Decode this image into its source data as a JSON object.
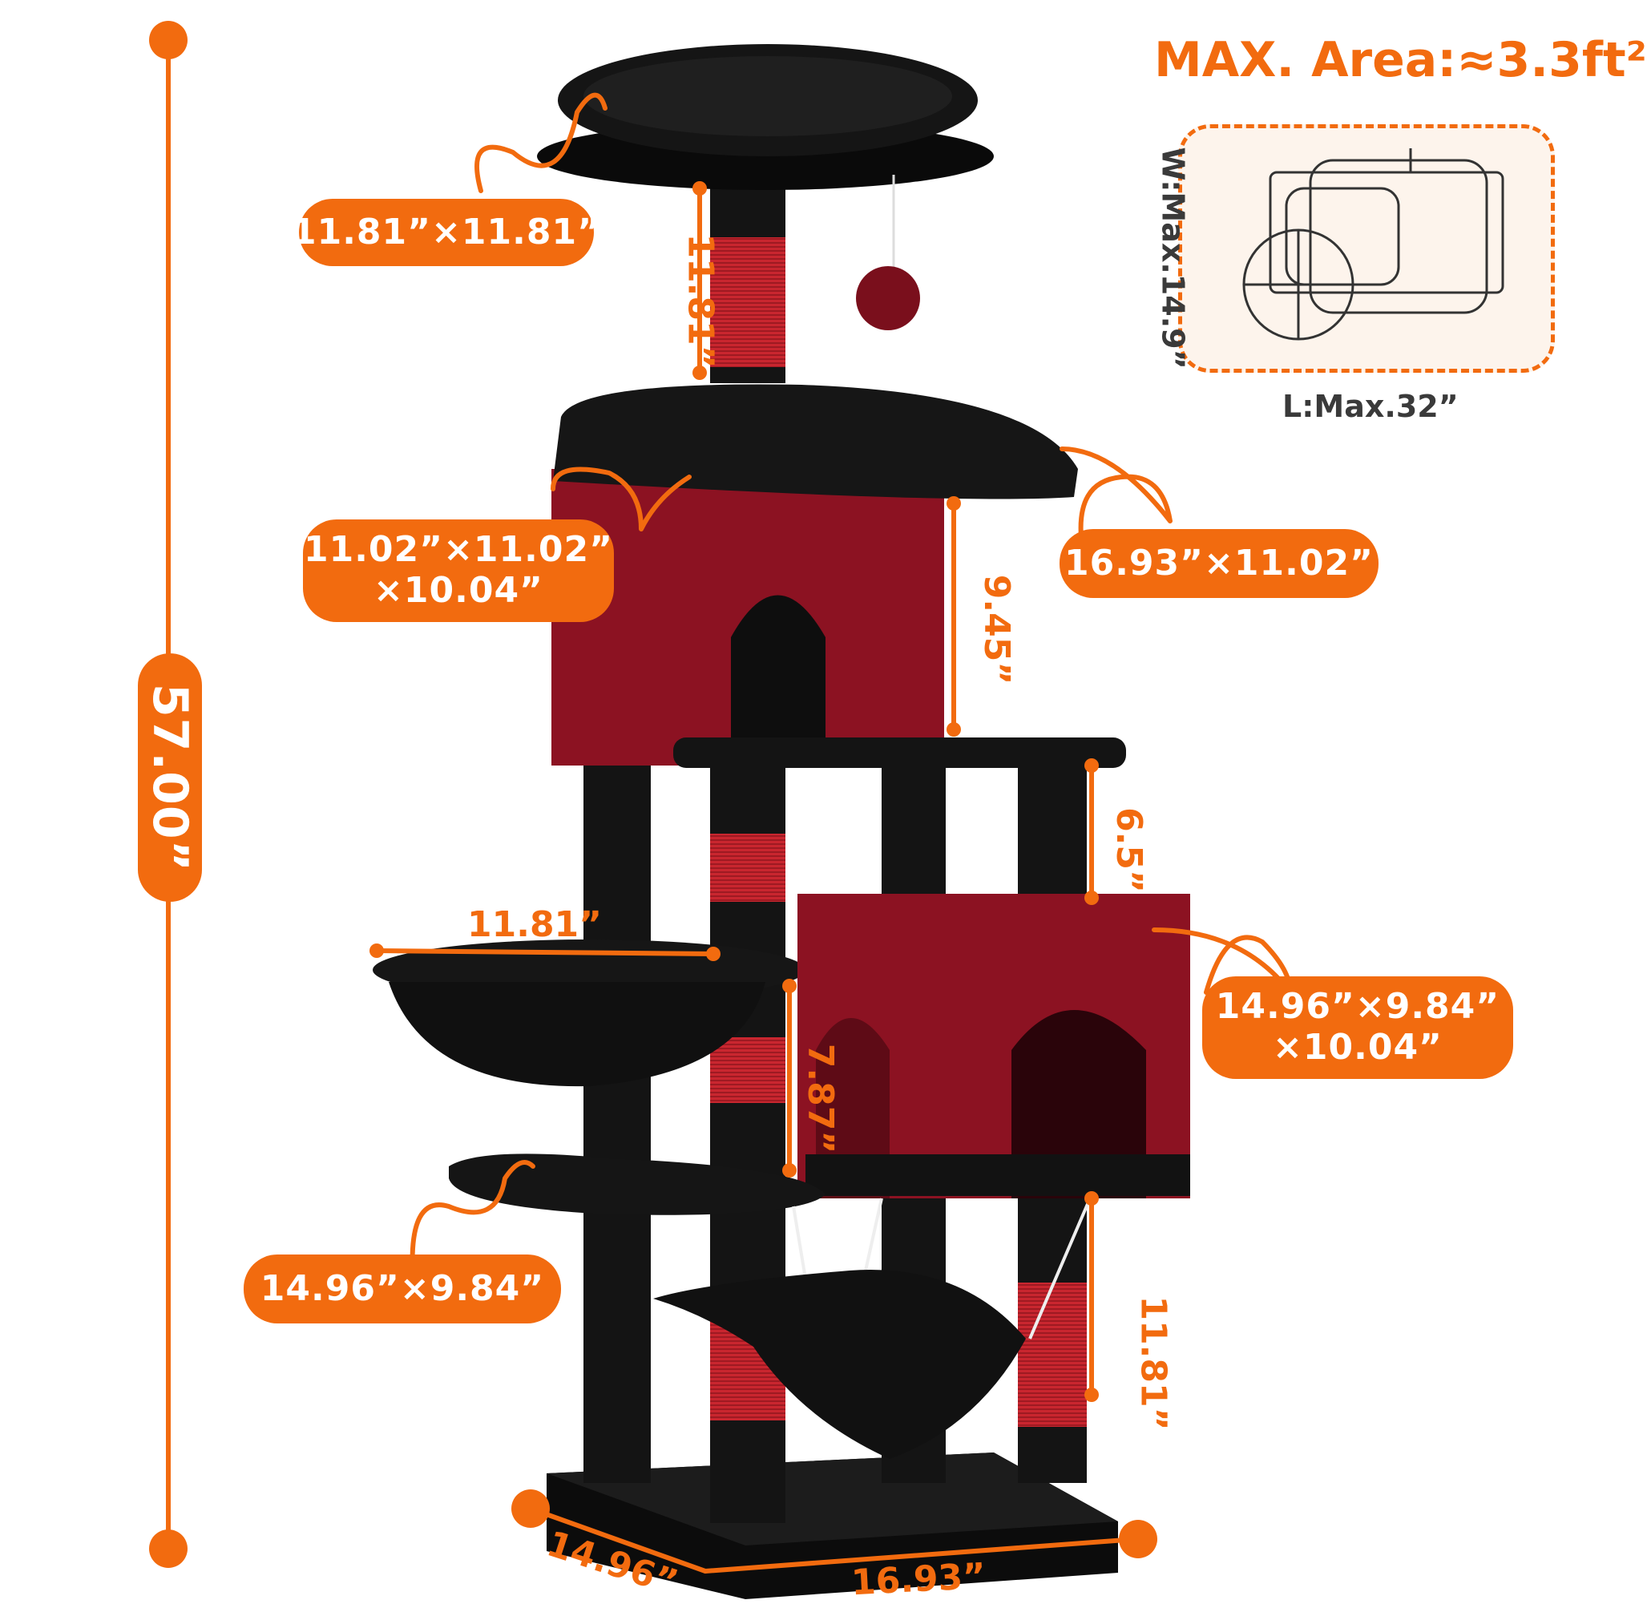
{
  "colors": {
    "accent": "#f26b0f",
    "fur_black": "#121212",
    "fur_red": "#8c1222",
    "sisal_red": "#c9262f",
    "diagram_bg": "#fdf4ec"
  },
  "area": {
    "title": "MAX. Area:≈3.3ft²",
    "width_label": "W:Max.14.9”",
    "length_label": "L:Max.32”"
  },
  "dimensions": {
    "total_height": "57.00”",
    "top_perch": "11.81”×11.81”",
    "top_post_height": "11.81”",
    "upper_condo": [
      "11.02”×11.02”",
      "×10.04”"
    ],
    "upper_platform": "16.93”×11.02”",
    "upper_condo_height": "9.45”",
    "mid_gap": "6.5”",
    "basket_width": "11.81”",
    "lower_condo": [
      "14.96”×9.84”",
      "×10.04”"
    ],
    "basket_gap": "7.87”",
    "lower_platform": "14.96”×9.84”",
    "bottom_post_height": "11.81”",
    "base_depth": "14.96”",
    "base_width": "16.93”"
  }
}
